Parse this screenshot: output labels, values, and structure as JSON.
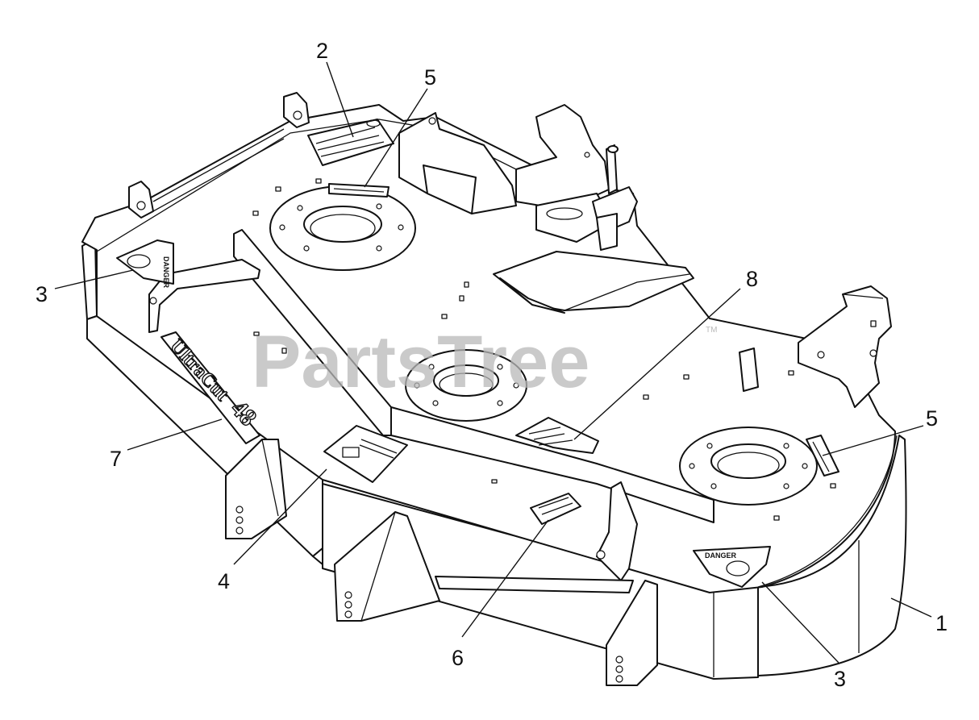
{
  "diagram": {
    "watermark": "PartsTree",
    "watermark_mark": "TM",
    "brand_decal": {
      "name": "UltraCut",
      "size": "48"
    },
    "danger_decal_text": "DANGER",
    "callouts": [
      {
        "id": "c1",
        "label": "1"
      },
      {
        "id": "c2",
        "label": "2"
      },
      {
        "id": "c3a",
        "label": "3"
      },
      {
        "id": "c3b",
        "label": "3"
      },
      {
        "id": "c4",
        "label": "4"
      },
      {
        "id": "c5a",
        "label": "5"
      },
      {
        "id": "c5b",
        "label": "5"
      },
      {
        "id": "c6",
        "label": "6"
      },
      {
        "id": "c7",
        "label": "7"
      },
      {
        "id": "c8",
        "label": "8"
      }
    ]
  }
}
